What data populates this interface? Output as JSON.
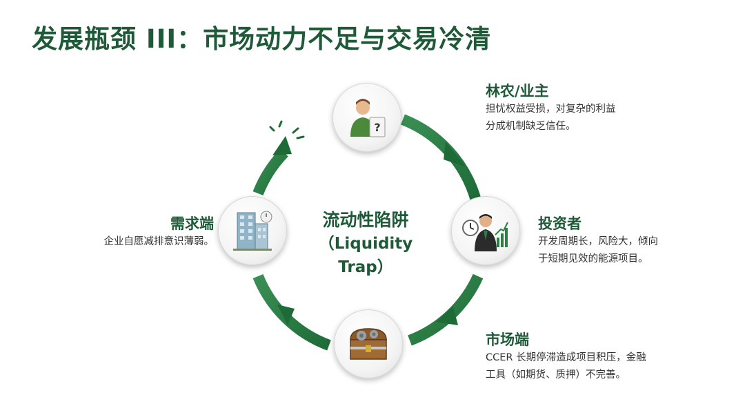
{
  "title": "发展瓶颈 III：市场动力不足与交易冷清",
  "center": {
    "cn": "流动性陷阱",
    "en": "（Liquidity Trap）"
  },
  "nodes": {
    "top": {
      "heading": "林农/业主",
      "line1": "担忧权益受损，对复杂的利益",
      "line2": "分成机制缺乏信任。",
      "icon": "farmer-question-icon"
    },
    "right": {
      "heading": "投资者",
      "line1": "开发周期长，风险大，倾向",
      "line2": "于短期见效的能源项目。",
      "icon": "investor-clock-icon"
    },
    "bottom": {
      "heading": "市场端",
      "line1": "CCER 长期停滞造成项目积压，金融",
      "line2": "工具（如期货、质押）不完善。",
      "icon": "treasure-chest-gears-icon"
    },
    "left": {
      "heading": "需求端",
      "line1": "企业自愿减排意识薄弱。",
      "icon": "office-building-icon"
    }
  },
  "colors": {
    "primary_green": "#1f5a38",
    "arrow_green": "#2e7d46",
    "text": "#333333"
  }
}
